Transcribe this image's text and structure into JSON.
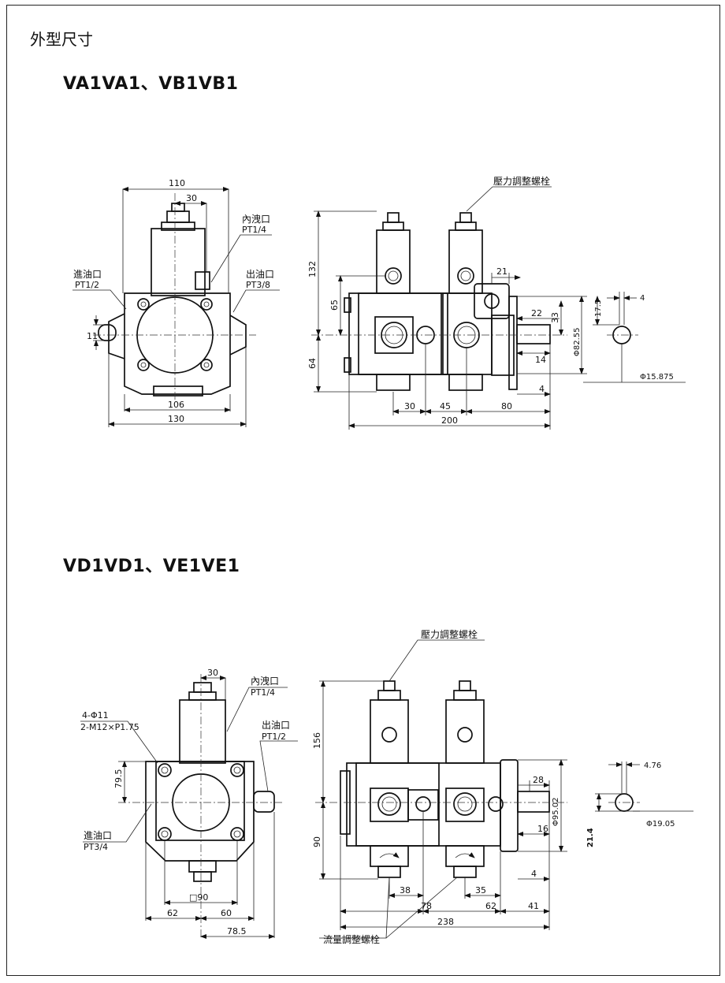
{
  "page_title": "外型尺寸",
  "section1": {
    "title": "VA1VA1、VB1VB1",
    "front": {
      "dim_110": "110",
      "dim_30": "30",
      "dim_106": "106",
      "dim_130": "130",
      "dim_11": "11",
      "inner_leak_label": "內洩口",
      "inner_leak_pt": "PT1/4",
      "inlet_label": "進油口",
      "inlet_pt": "PT1/2",
      "outlet_label": "出油口",
      "outlet_pt": "PT3/8"
    },
    "side": {
      "pressure_label": "壓力調整螺栓",
      "dim_132": "132",
      "dim_65": "65",
      "dim_64": "64",
      "dim_21": "21",
      "dim_22": "22",
      "dim_33": "33",
      "dim_14": "14",
      "dim_4": "4",
      "dim_30": "30",
      "dim_45": "45",
      "dim_80": "80",
      "dim_200": "200",
      "dia_8255": "Φ82.55",
      "dim_175": "17.5",
      "dim_4key": "4",
      "dia_15875": "Φ15.875"
    }
  },
  "section2": {
    "title": "VD1VD1、VE1VE1",
    "front": {
      "dim_30": "30",
      "holes_label": "4-Φ11",
      "thread_label": "2-M12×P1.75",
      "inner_leak_label": "內洩口",
      "inner_leak_pt": "PT1/4",
      "outlet_label": "出油口",
      "outlet_pt": "PT1/2",
      "inlet_label": "進油口",
      "inlet_pt": "PT3/4",
      "dim_795": "79.5",
      "dim_sq90": "□90",
      "dim_62": "62",
      "dim_60": "60",
      "dim_785": "78.5"
    },
    "side": {
      "pressure_label": "壓力調整螺栓",
      "flow_label": "流量調整螺栓",
      "dim_156": "156",
      "dim_90": "90",
      "dim_28": "28",
      "dim_16": "16",
      "dim_4": "4",
      "dim_38": "38",
      "dim_35": "35",
      "dim_78": "78",
      "dim_62": "62",
      "dim_41": "41",
      "dim_238": "238",
      "dia_9502": "Φ95.02",
      "dim_476": "4.76",
      "dia_1905": "Φ19.05",
      "dim_214": "21.4"
    }
  }
}
